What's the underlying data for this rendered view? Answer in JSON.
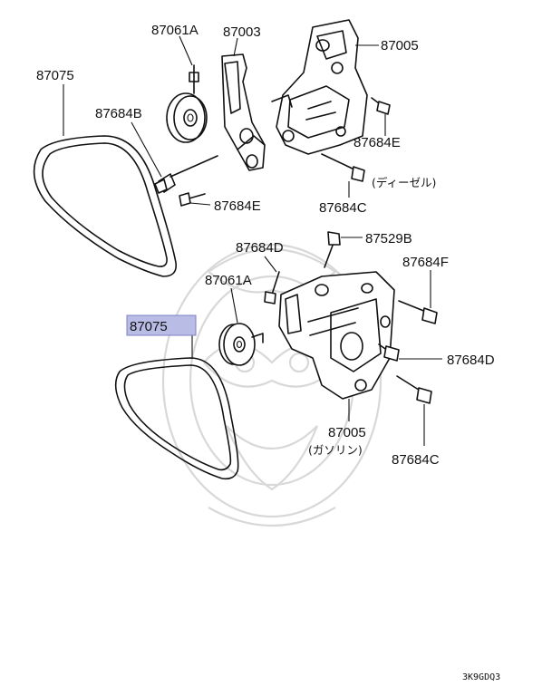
{
  "labels": {
    "belt_upper": "87075",
    "pulley_upper": "87061A",
    "bracket_upper": "87003",
    "bracket_diesel": "87005",
    "bolt_b": "87684B",
    "bolt_e_right": "87684E",
    "bolt_e_left": "87684E",
    "diesel_note": "(ディーゼル)",
    "bolt_c_upper": "87684C",
    "bolt_d_upper": "87684D",
    "bolt_529b": "87529B",
    "pulley_lower": "87061A",
    "bolt_f": "87684F",
    "belt_lower_highlighted": "87075",
    "bolt_d_right": "87684D",
    "bracket_gasoline": "87005",
    "gasoline_note": "(ガソリン)",
    "bolt_c_lower": "87684C"
  },
  "diagram_code": "3K9GDQ3",
  "colors": {
    "highlight_fill": "#b9bde6",
    "highlight_stroke": "#7b80c4",
    "line": "#111111",
    "watermark": "#d8d8d8"
  }
}
